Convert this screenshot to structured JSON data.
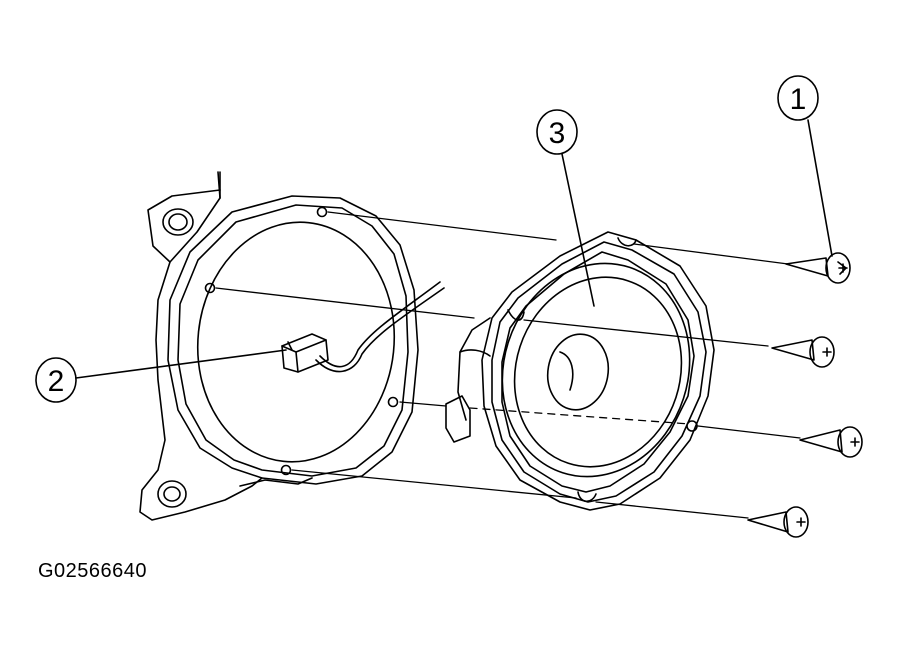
{
  "diagram": {
    "callouts": [
      {
        "id": "1",
        "label": "1"
      },
      {
        "id": "2",
        "label": "2"
      },
      {
        "id": "3",
        "label": "3"
      }
    ],
    "figure_id": "G02566640",
    "colors": {
      "ink": "#000000",
      "paper": "#ffffff"
    }
  }
}
